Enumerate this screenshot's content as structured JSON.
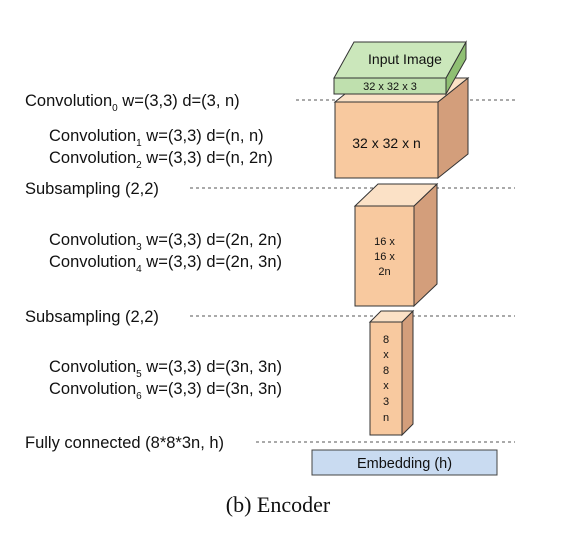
{
  "layers": {
    "conv0": {
      "main": "Convolution",
      "sub": "0",
      "rest": " w=(3,3) d=(3, n)"
    },
    "conv1": {
      "main": "Convolution",
      "sub": "1",
      "rest": " w=(3,3) d=(n, n)"
    },
    "conv2": {
      "main": "Convolution",
      "sub": "2",
      "rest": " w=(3,3) d=(n, 2n)"
    },
    "subsample1": "Subsampling (2,2)",
    "conv3": {
      "main": "Convolution",
      "sub": "3",
      "rest": " w=(3,3) d=(2n, 2n)"
    },
    "conv4": {
      "main": "Convolution",
      "sub": "4",
      "rest": " w=(3,3) d=(2n, 3n)"
    },
    "subsample2": "Subsampling (2,2)",
    "conv5": {
      "main": "Convolution",
      "sub": "5",
      "rest": " w=(3,3) d=(3n, 3n)"
    },
    "conv6": {
      "main": "Convolution",
      "sub": "6",
      "rest": " w=(3,3) d=(3n, 3n)"
    },
    "fc": "Fully connected (8*8*3n, h)"
  },
  "blocks": {
    "input_title": "Input Image",
    "input_size": "32 x 32 x 3",
    "block1": "32 x 32 x n",
    "block2_lines": [
      "16 x",
      "16 x",
      "2n"
    ],
    "block3_lines": [
      "8",
      "x",
      "8",
      "x",
      "3",
      "n"
    ],
    "embedding": "Embedding (h)"
  },
  "caption": "(b) Encoder",
  "colors": {
    "block_front": "#f8c99f",
    "block_side": "#d39e7b",
    "input_green": "#bfe0ae",
    "embedding_blue": "#c9dbf1"
  }
}
